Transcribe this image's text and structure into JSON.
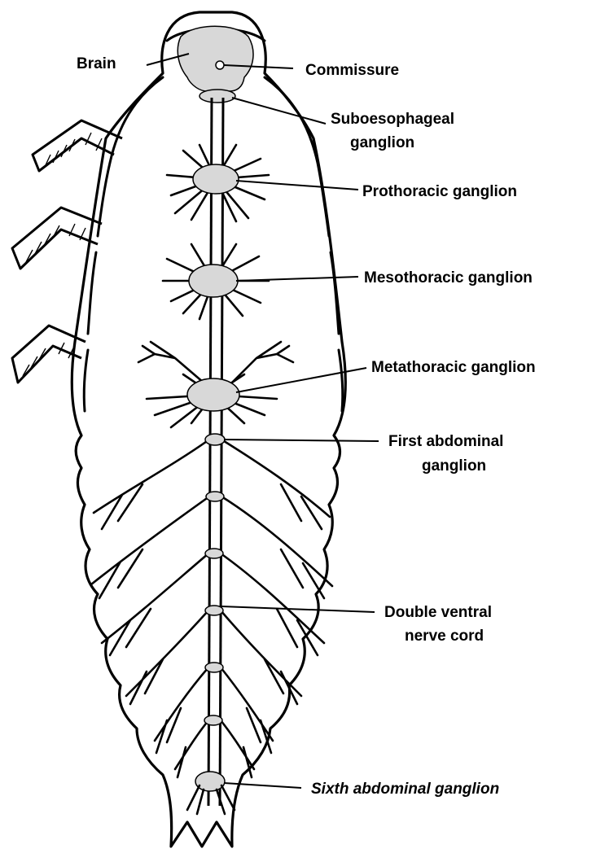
{
  "labels": {
    "brain": "Brain",
    "commissure": "Commissure",
    "suboesophageal_1": "Suboesophageal",
    "suboesophageal_2": "ganglion",
    "prothoracic": "Prothoracic ganglion",
    "mesothoracic": "Mesothoracic ganglion",
    "metathoracic": "Metathoracic ganglion",
    "first_abdominal_1": "First abdominal",
    "first_abdominal_2": "ganglion",
    "double_ventral_1": "Double ventral",
    "double_ventral_2": "nerve cord",
    "sixth_abdominal": "Sixth abdominal ganglion"
  },
  "colors": {
    "ink": "#000000",
    "background": "#ffffff",
    "ganglion_fill": "#d8d8d8"
  }
}
